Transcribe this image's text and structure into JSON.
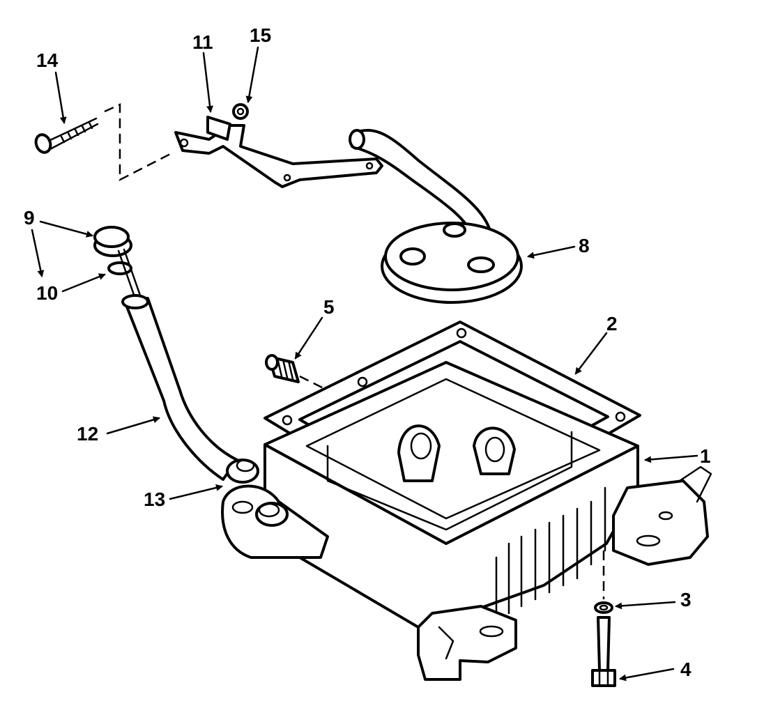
{
  "callouts": {
    "c1": "1",
    "c2": "2",
    "c3": "3",
    "c4": "4",
    "c5": "5",
    "c8": "8",
    "c9": "9",
    "c10": "10",
    "c11": "11",
    "c12": "12",
    "c13": "13",
    "c14": "14",
    "c15": "15"
  }
}
